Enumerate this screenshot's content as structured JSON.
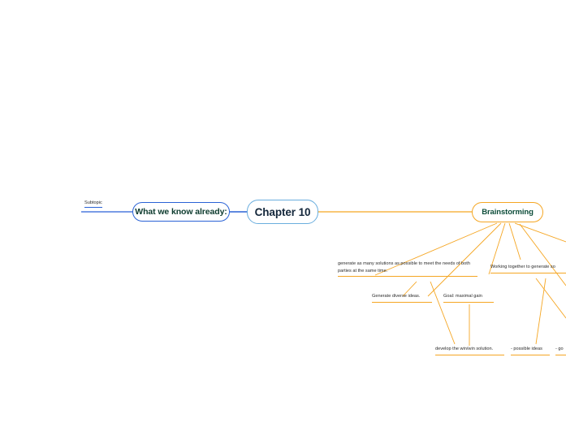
{
  "diagram": {
    "type": "mindmap",
    "background": "#ffffff",
    "colors": {
      "blue_branch": "#2a62d6",
      "light_blue_border": "#6aaede",
      "orange_branch": "#f5a623",
      "center_text": "#13263a",
      "green_text": "#0d4d3a",
      "leaf_text": "#2b2b2b"
    },
    "center": {
      "label": "Chapter 10"
    },
    "nodes": {
      "subtopic": "Subtopic",
      "know_already": "What we know already:",
      "brainstorming": "Brainstorming",
      "generate_many": "generate as many solutions as possible to meet the needs of both parties at the same time.",
      "working_together": "Working together to generate so",
      "generate_diverse": "Generate diverse ideas.",
      "goal_maximal": "Goal: maximal gain",
      "win_win": "develop the win/win solution.",
      "possible_ideas": "- possible ideas",
      "go_clipped": "- go"
    }
  }
}
